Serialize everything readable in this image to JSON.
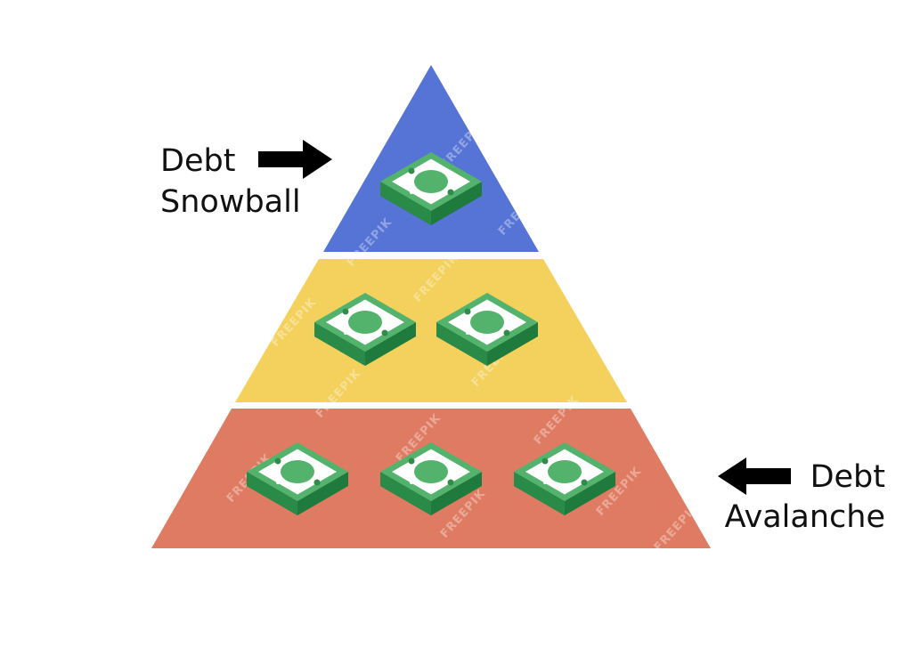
{
  "labels": {
    "top_line1": "Debt",
    "top_line2": "Snowball",
    "bottom_line1": "Debt",
    "bottom_line2": "Avalanche"
  },
  "watermark_text": "FREEPIK",
  "tiers": [
    {
      "name": "top",
      "color": "#5673d6",
      "money_stacks": 1
    },
    {
      "name": "middle",
      "color": "#f3d15c",
      "money_stacks": 2
    },
    {
      "name": "bottom",
      "color": "#df7b62",
      "money_stacks": 3
    }
  ],
  "colors": {
    "bill": "#53b36d",
    "bill_dark": "#2f8c4b",
    "bill_side": "#1f7a3d",
    "bill_paper": "#ffffff",
    "arrow": "#000000"
  },
  "icons": {
    "arrow_top": "arrow-right-icon",
    "arrow_bottom": "arrow-left-icon",
    "stack": "money-stack-icon"
  }
}
